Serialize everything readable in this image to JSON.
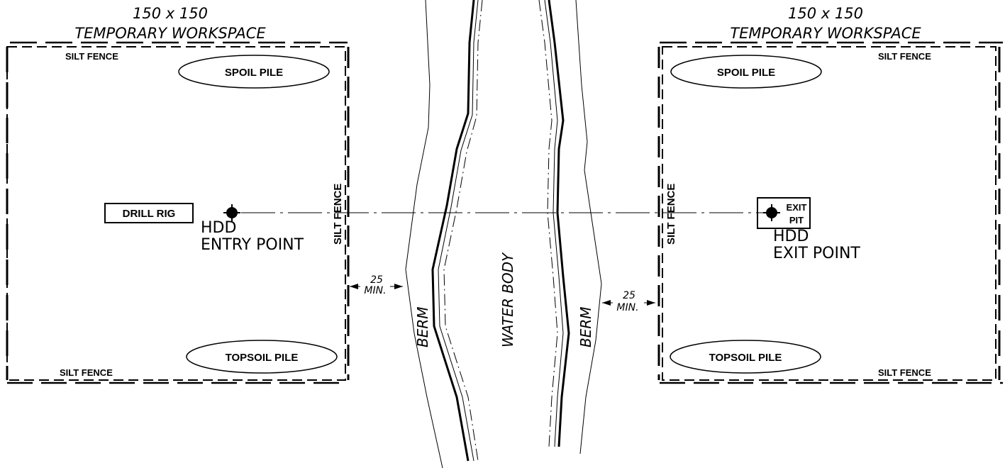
{
  "left_workspace": {
    "size": "150 x 150",
    "title": "TEMPORARY WORKSPACE",
    "silt_fence_top": "SILT FENCE",
    "silt_fence_bottom": "SILT FENCE",
    "silt_fence_side": "SILT FENCE",
    "spoil_pile": "SPOIL PILE",
    "topsoil_pile": "TOPSOIL PILE",
    "drill_rig": "DRILL RIG",
    "point_label_1": "HDD",
    "point_label_2": "ENTRY POINT"
  },
  "right_workspace": {
    "size": "150 x 150",
    "title": "TEMPORARY WORKSPACE",
    "silt_fence_top": "SILT FENCE",
    "silt_fence_bottom": "SILT FENCE",
    "silt_fence_side": "SILT FENCE",
    "spoil_pile": "SPOIL PILE",
    "topsoil_pile": "TOPSOIL PILE",
    "exit_pit_1": "EXIT",
    "exit_pit_2": "PIT",
    "point_label_1": "HDD",
    "point_label_2": "EXIT POINT"
  },
  "water": {
    "label": "WATER BODY",
    "berm_left": "BERM",
    "berm_right": "BERM"
  },
  "setbacks": {
    "left_value": "25",
    "left_unit": "MIN.",
    "right_value": "25",
    "right_unit": "MIN."
  }
}
